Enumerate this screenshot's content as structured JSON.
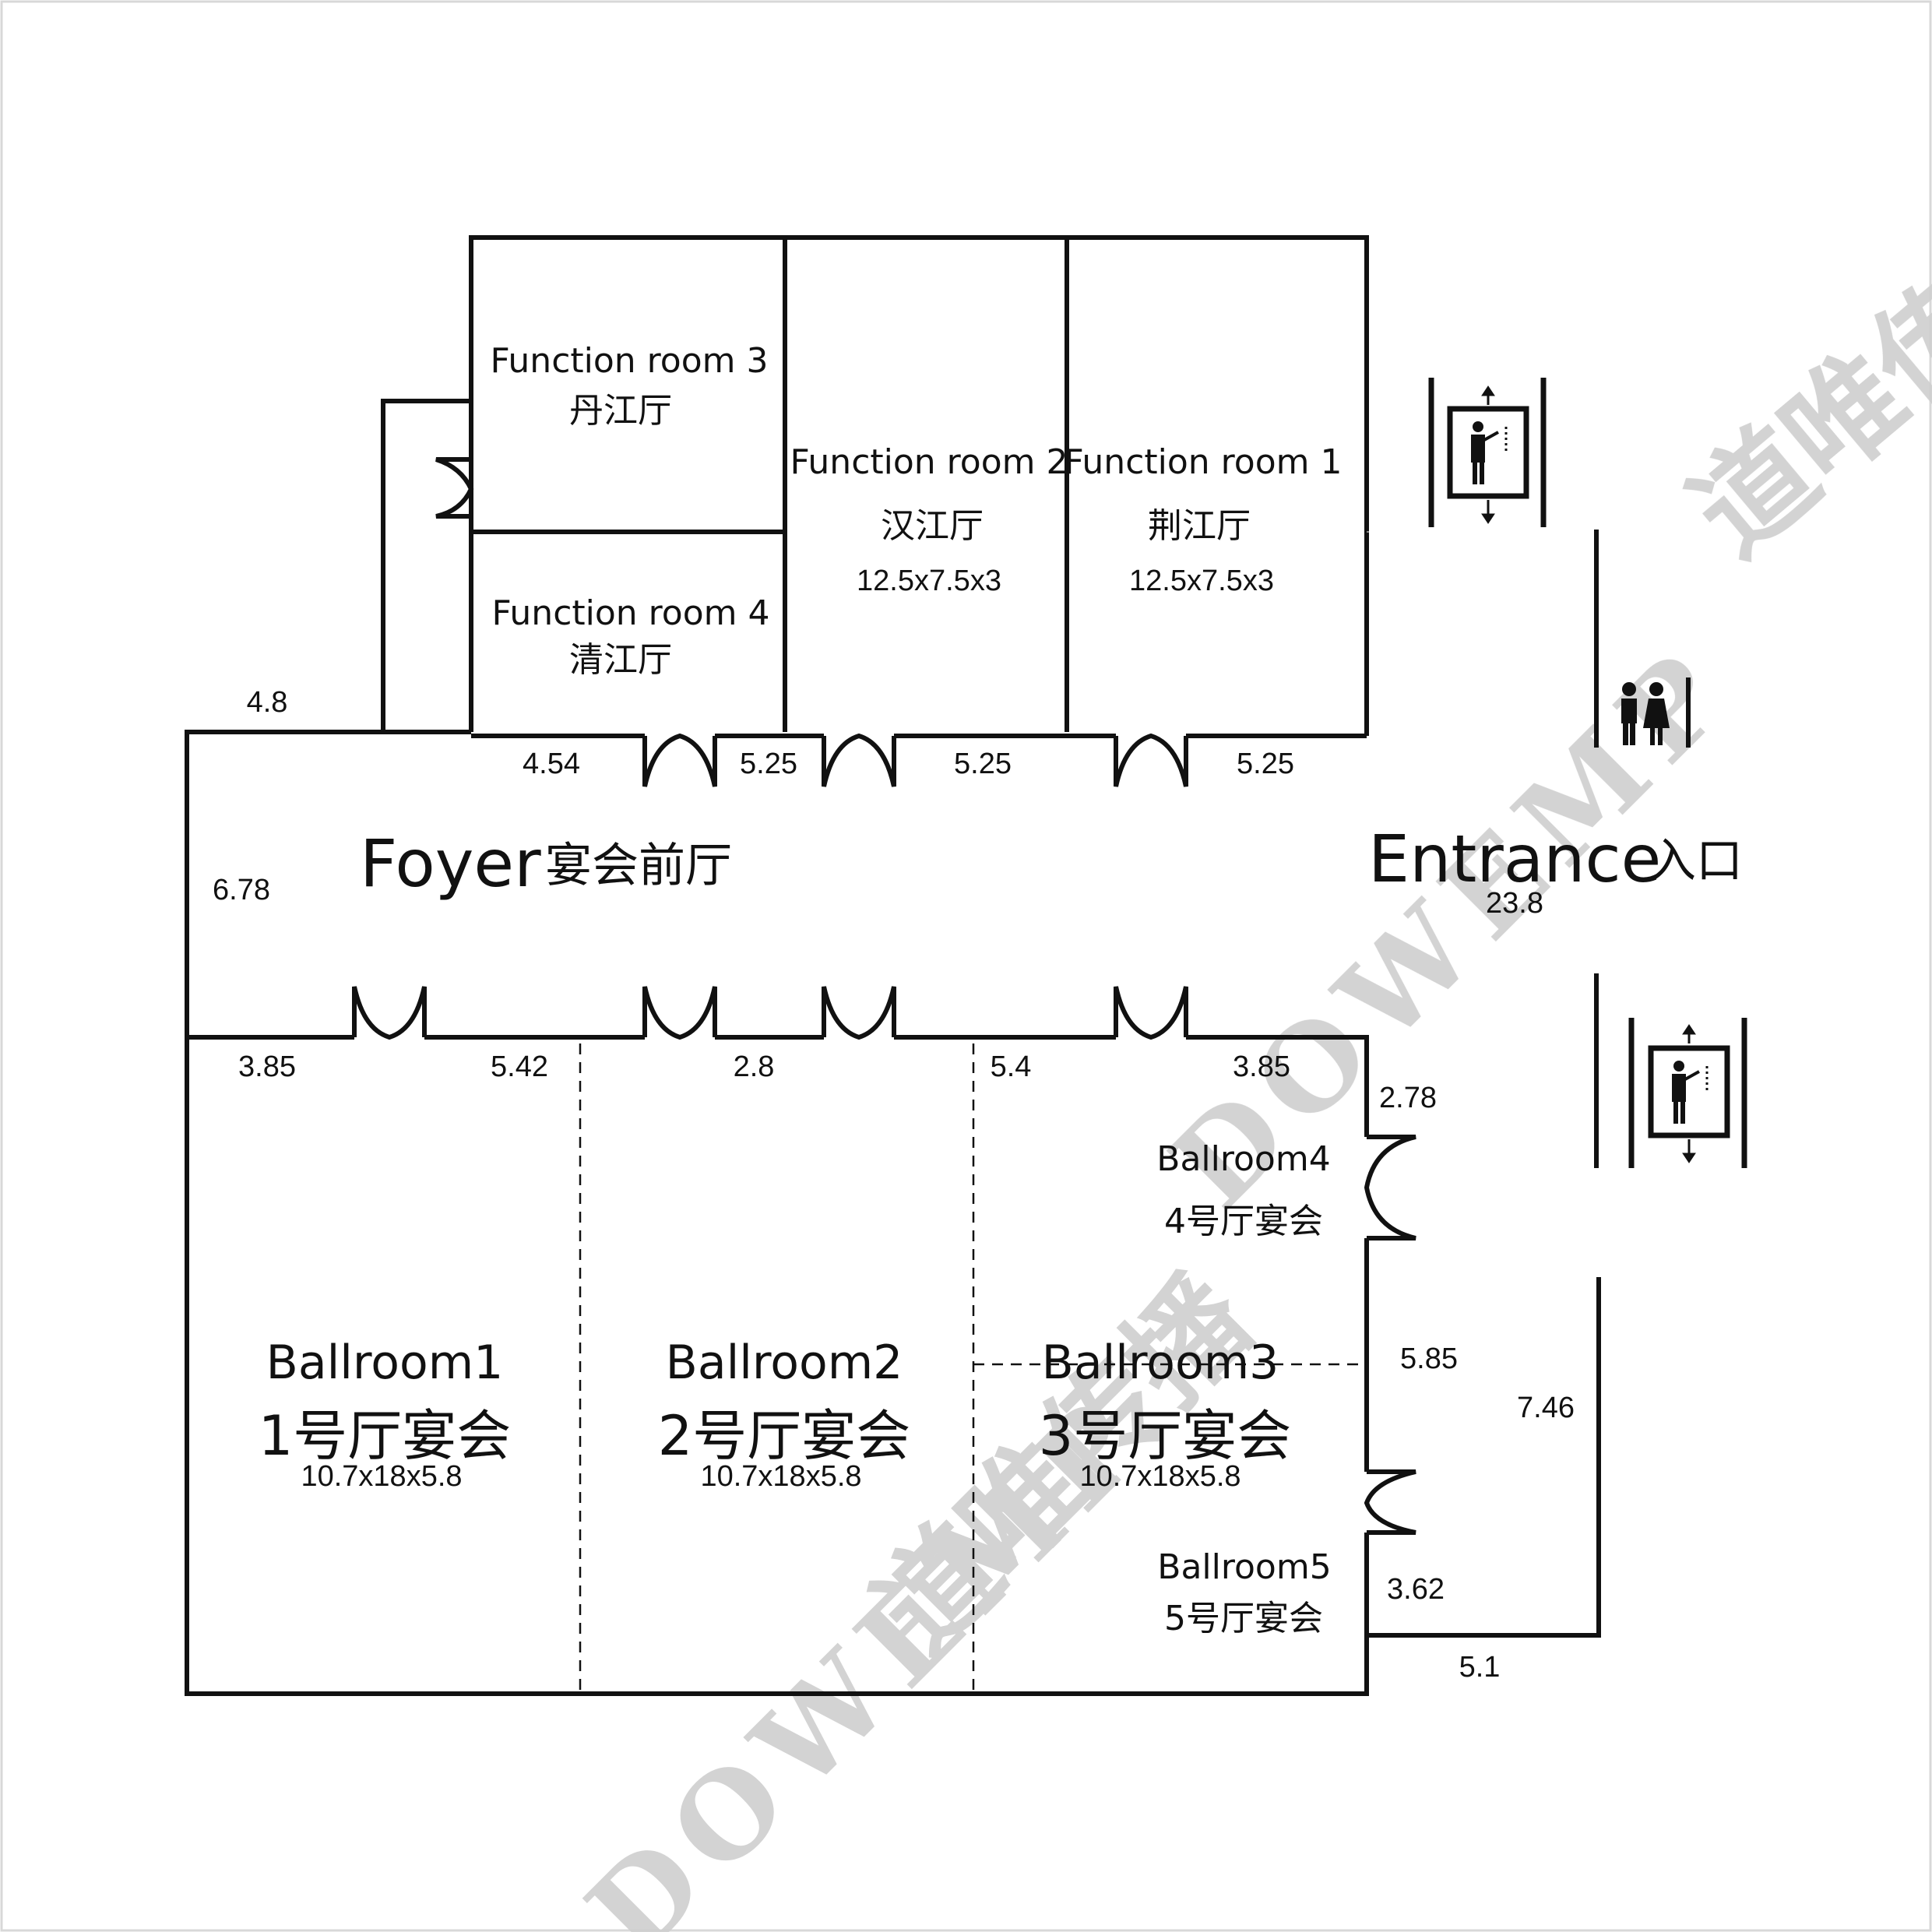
{
  "watermark": {
    "text_en": "DOWEMP",
    "text_cn": "道唯传播",
    "color": "#cfcfcf"
  },
  "rooms": {
    "fr3": {
      "name": "Function room 3",
      "cn": "丹江厅"
    },
    "fr4": {
      "name": "Function room 4",
      "cn": "清江厅"
    },
    "fr2": {
      "name": "Function room 2",
      "cn": "汉江厅",
      "size": "12.5x7.5x3"
    },
    "fr1": {
      "name": "Function room 1",
      "cn": "荆江厅",
      "size": "12.5x7.5x3"
    },
    "foyer": {
      "name": "Foyer",
      "cn": "宴会前厅"
    },
    "entrance": {
      "name": "Entrance",
      "cn": "入口"
    },
    "b1": {
      "name": "Ballroom1",
      "cn": "1号厅宴会",
      "size": "10.7x18x5.8"
    },
    "b2": {
      "name": "Ballroom2",
      "cn": "2号厅宴会",
      "size": "10.7x18x5.8"
    },
    "b3": {
      "name": "Ballroom3",
      "cn": "3号厅宴会",
      "size": "10.7x18x5.8"
    },
    "b4": {
      "name": "Ballroom4",
      "cn": "4号厅宴会"
    },
    "b5": {
      "name": "Ballroom5",
      "cn": "5号厅宴会"
    }
  },
  "dimensions": {
    "d_4_8": "4.8",
    "d_4_54": "4.54",
    "d_5_25_a": "5.25",
    "d_5_25_b": "5.25",
    "d_5_25_c": "5.25",
    "d_6_78": "6.78",
    "d_23_8": "23.8",
    "d_3_85_a": "3.85",
    "d_5_42": "5.42",
    "d_2_8": "2.8",
    "d_5_4": "5.4",
    "d_3_85_b": "3.85",
    "d_2_78": "2.78",
    "d_5_85": "5.85",
    "d_7_46": "7.46",
    "d_3_62": "3.62",
    "d_5_1": "5.1"
  },
  "icons": [
    "elevator-icon",
    "restroom-icon"
  ]
}
